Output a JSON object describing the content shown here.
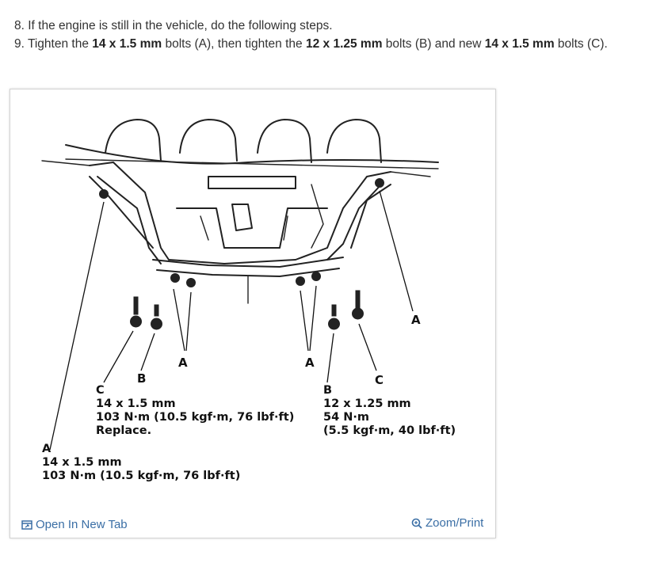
{
  "steps": [
    {
      "number": "8.",
      "parts": [
        {
          "text": " If the engine is still in the vehicle, do the following steps."
        }
      ]
    },
    {
      "number": "9.",
      "parts": [
        {
          "text": " Tighten the "
        },
        {
          "text": "14 x 1.5 mm",
          "bold": true
        },
        {
          "text": " bolts (A), then tighten the "
        },
        {
          "text": "12 x 1.25 mm",
          "bold": true
        },
        {
          "text": " bolts (B) and new "
        },
        {
          "text": "14 x 1.5 mm",
          "bold": true
        },
        {
          "text": " bolts (C)."
        }
      ]
    }
  ],
  "figure": {
    "letters": {
      "a_right": "A",
      "a_mid_left": "A",
      "a_mid_right": "A",
      "b_left": "B",
      "c_right": "C"
    },
    "callout_c": {
      "letter": "C",
      "size": "14 x 1.5 mm",
      "torque": "103 N·m (10.5 kgf·m, 76 lbf·ft)",
      "note": "Replace."
    },
    "callout_b": {
      "letter": "B",
      "size": "12 x 1.25 mm",
      "torque": "54 N·m",
      "torque_alt": "(5.5 kgf·m, 40 lbf·ft)"
    },
    "callout_a": {
      "letter": "A",
      "size": "14 x 1.5 mm",
      "torque": "103 N·m (10.5 kgf·m, 76 lbf·ft)"
    }
  },
  "footer": {
    "open_label": "Open In New Tab",
    "zoom_label": "Zoom/Print",
    "link_color": "#3a6ea5"
  }
}
